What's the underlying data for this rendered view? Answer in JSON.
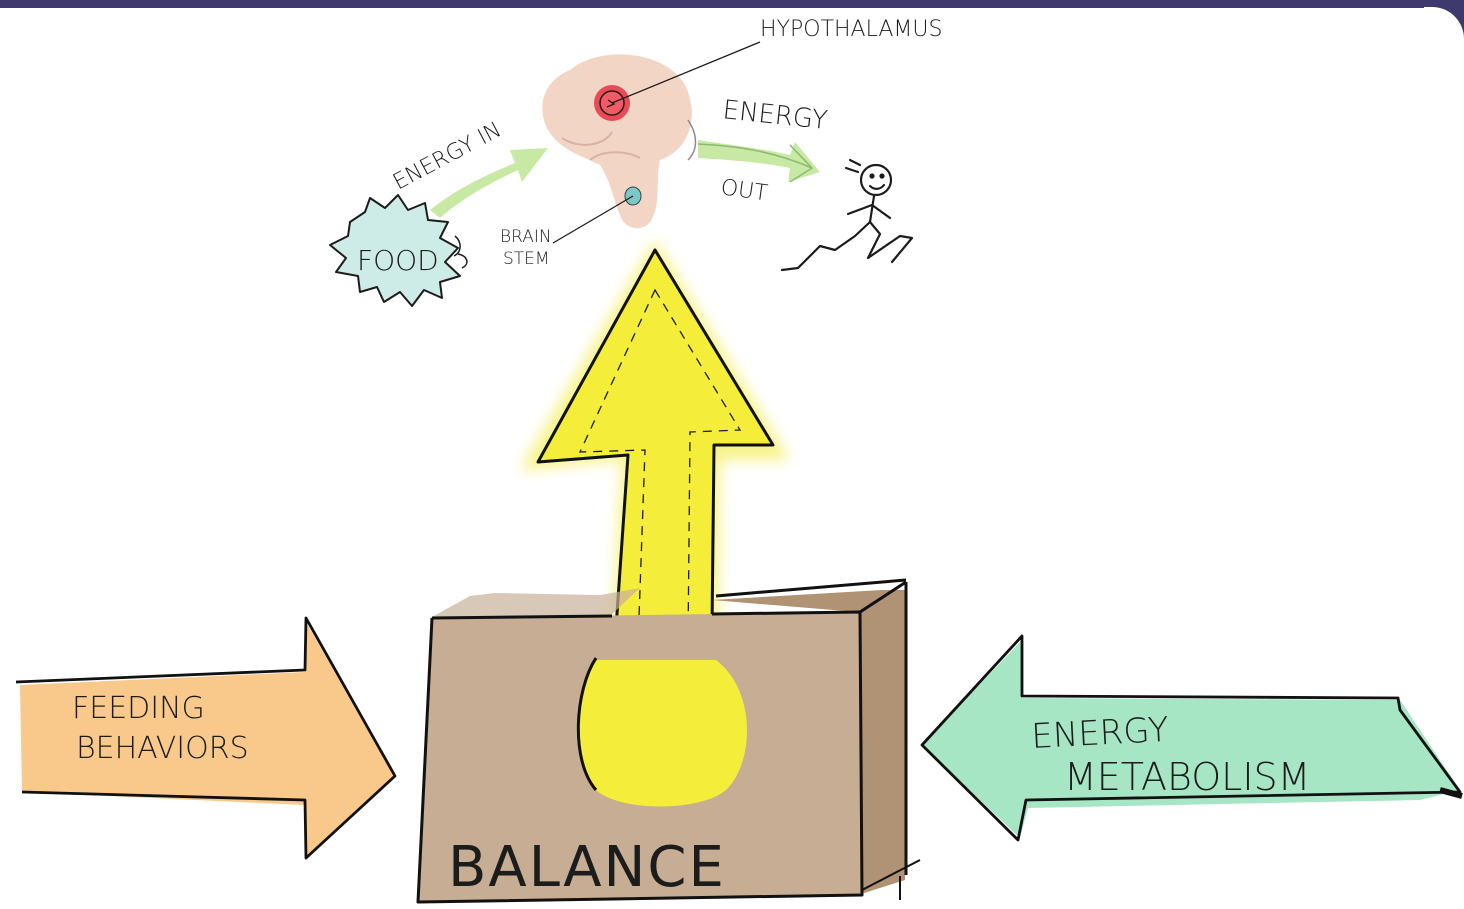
{
  "colors": {
    "top_bar": "#3e3a6e",
    "brain": "#f3d5c6",
    "hypothalamus": "#e8424f",
    "brain_stem": "#7ec6c7",
    "food_burst": "#cdebe7",
    "energy_arrows": "#c7e9a4",
    "big_arrow": "#f4ee3a",
    "big_arrow_glow": "#f6f27c",
    "box_front": "#c7ad93",
    "box_side": "#b09275",
    "feeding_arrow": "#f8c98a",
    "metabolism_arrow": "#a6e6c5"
  },
  "diagram": {
    "hypothalamus_label": "HYPOTHALAMUS",
    "energy_in_label": "ENERGY IN",
    "energy_out_label_1": "ENERGY",
    "energy_out_label_2": "OUT",
    "brain_stem_label_1": "BRAIN",
    "brain_stem_label_2": "STEM",
    "food_label": "FOOD",
    "balance_label": "BALANCE",
    "feeding_label_1": "FEEDING",
    "feeding_label_2": "BEHAVIORS",
    "metabolism_label_1": "ENERGY",
    "metabolism_label_2": "METABOLISM",
    "icons": [
      "brain-icon",
      "food-burst-icon",
      "running-person-icon",
      "balance-box-icon"
    ]
  }
}
